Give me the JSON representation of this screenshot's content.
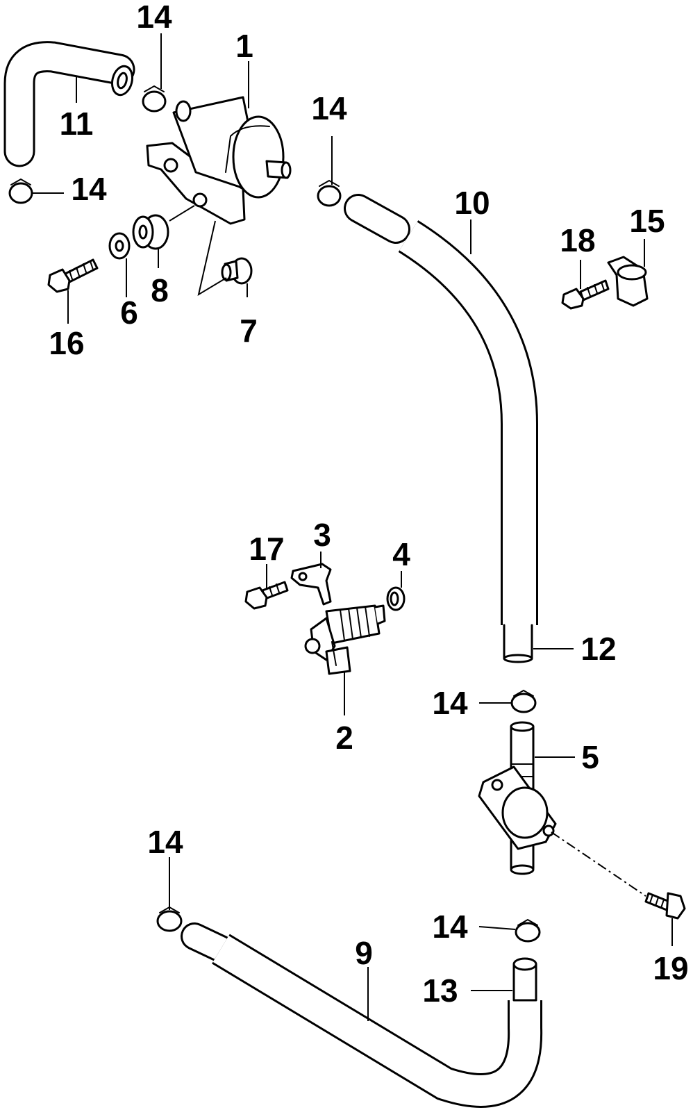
{
  "diagram": {
    "callouts": [
      "14",
      "1",
      "11",
      "14",
      "14",
      "10",
      "15",
      "18",
      "8",
      "6",
      "16",
      "7",
      "3",
      "17",
      "4",
      "12",
      "2",
      "14",
      "5",
      "14",
      "14",
      "19",
      "9",
      "13"
    ]
  }
}
